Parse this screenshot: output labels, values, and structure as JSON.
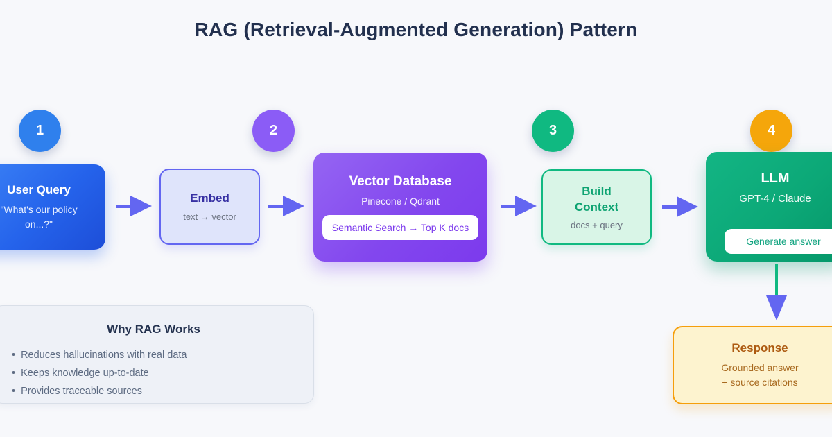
{
  "title": "RAG (Retrieval-Augmented Generation) Pattern",
  "steps": [
    {
      "number": "1",
      "color": "#2f80ed"
    },
    {
      "number": "2",
      "color": "#8b5cf6"
    },
    {
      "number": "3",
      "color": "#10b981"
    },
    {
      "number": "4",
      "color": "#f5a60b"
    }
  ],
  "nodes": {
    "user_query": {
      "title": "User Query",
      "subtitle": "\"What's our policy on...?\""
    },
    "embed": {
      "title": "Embed",
      "subtitle": "text → vector"
    },
    "vector_db": {
      "title": "Vector Database",
      "subtitle": "Pinecone / Qdrant",
      "badge": "Semantic Search → Top K docs"
    },
    "build_context": {
      "title": "Build Context",
      "subtitle": "docs + query"
    },
    "llm": {
      "title": "LLM",
      "subtitle": "GPT-4 / Claude",
      "badge": "Generate answer"
    },
    "response": {
      "title": "Response",
      "line1": "Grounded answer",
      "line2": "+ source citations"
    }
  },
  "info_box": {
    "title": "Why RAG Works",
    "bullet_char": "•",
    "bullets": [
      "Reduces hallucinations with real data",
      "Keeps knowledge up-to-date",
      "Provides traceable sources"
    ]
  },
  "colors": {
    "background": "#f7f8fb",
    "title_text": "#22304e",
    "arrow": "#6366f1",
    "down_arrow_stem": "#10b981",
    "user_query_gradient": [
      "#3b82f6",
      "#1d4ed8"
    ],
    "embed_bg": "#dfe4fb",
    "embed_border": "#6366f1",
    "vector_db_gradient": [
      "#9565f3",
      "#7c3aed"
    ],
    "build_context_bg": "#d9f5e7",
    "build_context_border": "#10b981",
    "llm_gradient": [
      "#13b584",
      "#059669"
    ],
    "response_bg": "#fdf3cf",
    "response_border": "#f59e0b",
    "info_box_bg": "#eef1f7"
  }
}
